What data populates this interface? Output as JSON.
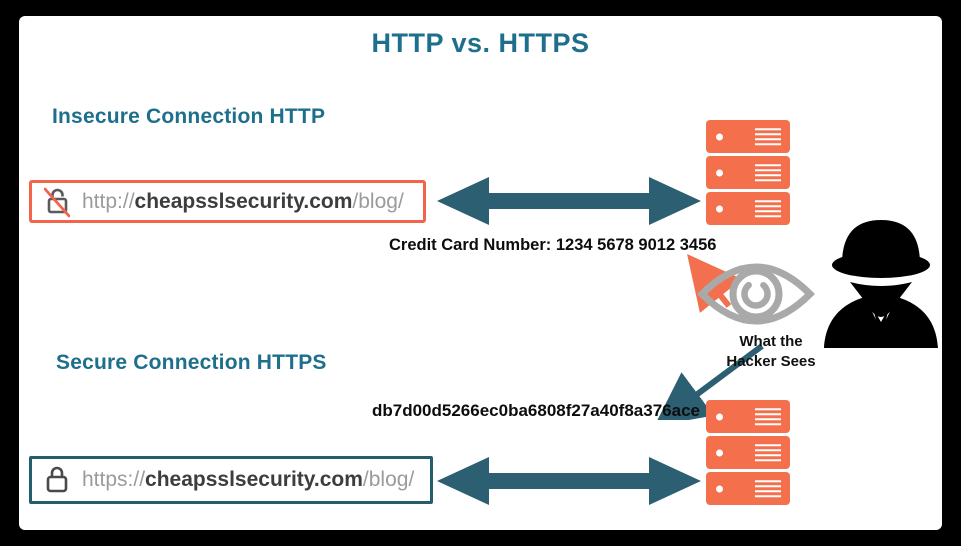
{
  "title": "HTTP vs. HTTPS",
  "http_section": {
    "heading": "Insecure Connection HTTP",
    "url": {
      "protocol": "http://",
      "domain": "cheapsslsecurity.com",
      "path": "/blog/"
    }
  },
  "https_section": {
    "heading": "Secure Connection HTTPS",
    "url": {
      "protocol": "https://",
      "domain": "cheapsslsecurity.com",
      "path": "/blog/"
    }
  },
  "intercept": {
    "plain_text": "Credit Card Number: 1234 5678 9012 3456",
    "encrypted_text": "db7d00d5266ec0ba6808f27a40f8a376ace",
    "hacker_label_line1": "What the",
    "hacker_label_line2": "Hacker Sees"
  },
  "icons": {
    "http_lock": "unlocked-slashed-lock-icon",
    "https_lock": "locked-padlock-icon",
    "servers": "server-stack-icon",
    "eye": "surveillance-eye-icon",
    "hacker": "hacker-spy-icon"
  },
  "colors": {
    "heading_teal": "#1e6f8c",
    "arrow_teal": "#2b5f71",
    "orange": "#f46f4c",
    "http_border_orange": "#f2654a",
    "https_border_teal": "#245d6e",
    "eye_gray": "#a9a9a9",
    "frame_black": "#000000"
  }
}
